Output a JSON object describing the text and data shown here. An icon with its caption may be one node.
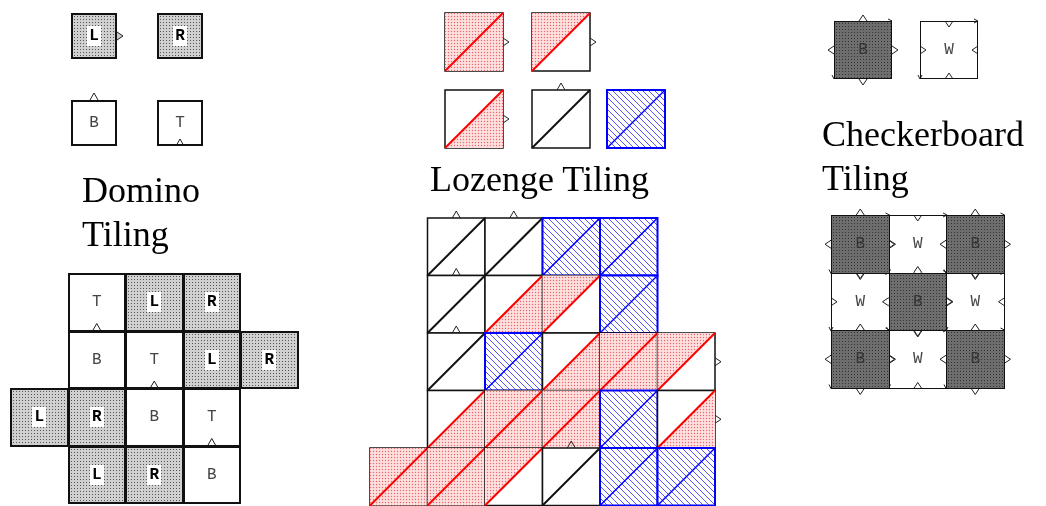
{
  "diagram": {
    "nodes": [
      {
        "text": [
          "L"
        ]
      },
      {
        "text": [
          "R"
        ]
      },
      {
        "text": [
          "B"
        ]
      },
      {
        "text": [
          "T"
        ]
      },
      {
        "text": [
          "T"
        ]
      },
      {
        "text": [
          "L"
        ]
      },
      {
        "text": [
          "R"
        ]
      },
      {
        "text": [
          "B"
        ]
      },
      {
        "text": [
          "T"
        ]
      },
      {
        "text": [
          "L"
        ]
      },
      {
        "text": [
          "R"
        ]
      },
      {
        "text": [
          "L"
        ]
      },
      {
        "text": [
          "R"
        ]
      },
      {
        "text": [
          "B"
        ]
      },
      {
        "text": [
          "T"
        ]
      },
      {
        "text": [
          "L"
        ]
      },
      {
        "text": [
          "R"
        ]
      },
      {
        "text": [
          "B"
        ]
      },
      {
        "text": [
          "B"
        ]
      },
      {
        "text": [
          "W"
        ]
      },
      {
        "text": [
          "B"
        ]
      },
      {
        "text": [
          "W"
        ]
      },
      {
        "text": [
          "B"
        ]
      },
      {
        "text": [
          "W"
        ]
      },
      {
        "text": [
          "B"
        ]
      },
      {
        "text": [
          "W"
        ]
      },
      {
        "text": [
          "B"
        ]
      },
      {
        "text": [
          "W"
        ]
      },
      {
        "text": [
          "B"
        ]
      }
    ],
    "labels": [
      "Domino Tiling",
      "Lozenge Tiling",
      "Checkerboard Tiling"
    ]
  }
}
